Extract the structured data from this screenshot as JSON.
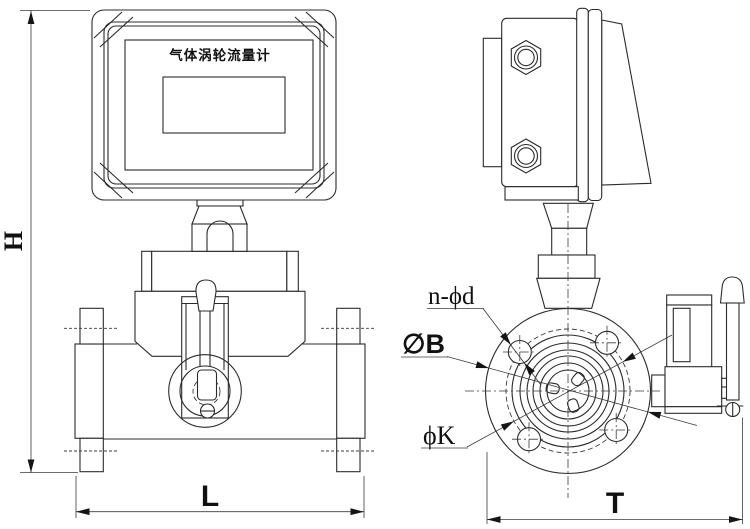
{
  "drawing": {
    "device_title": "气体涡轮流量计",
    "labels": {
      "height": "H",
      "length": "L",
      "width": "T",
      "bolt_holes": "n-ϕd",
      "flange_outer_diameter": "∅B",
      "bolt_circle_diameter": "ϕK"
    },
    "colors": {
      "line": "#2b2b2b",
      "background": "#ffffff",
      "text": "#111111"
    }
  }
}
